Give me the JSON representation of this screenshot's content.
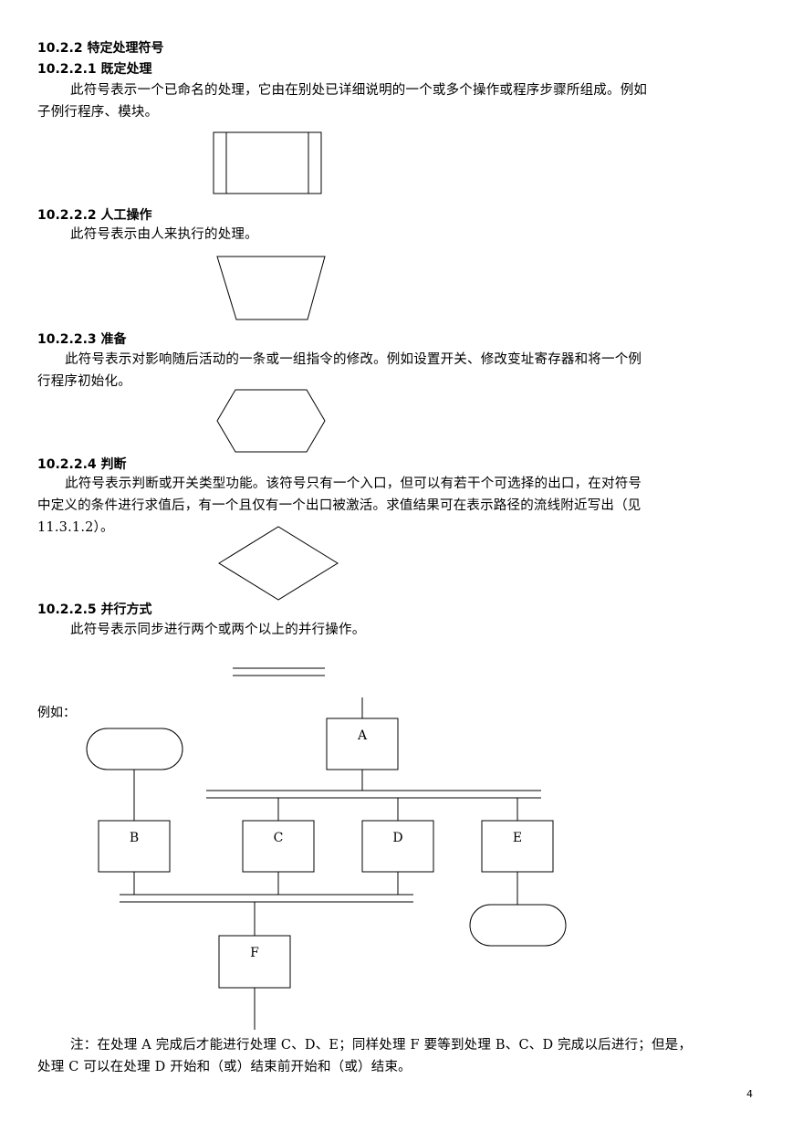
{
  "sections": [
    {
      "heading": "10.2.2 特定处理符号"
    },
    {
      "heading": "10.2.2.1 既定处理",
      "lines": [
        "此符号表示一个已命名的处理，它由在别处已详细说明的一个或多个操作或程序步骤所组成。例如",
        "子例行程序、模块。"
      ]
    },
    {
      "heading": "10.2.2.2 人工操作",
      "lines": [
        "此符号表示由人来执行的处理。"
      ]
    },
    {
      "heading": "10.2.2.3 准备",
      "lines": [
        "此符号表示对影响随后活动的一条或一组指令的修改。例如设置开关、修改变址寄存器和将一个例",
        "行程序初始化。"
      ]
    },
    {
      "heading": "10.2.2.4 判断",
      "lines": [
        "此符号表示判断或开关类型功能。该符号只有一个入口，但可以有若干个可选择的出口，在对符号",
        "中定义的条件进行求值后，有一个且仅有一个出口被激活。求值结果可在表示路径的流线附近写出（见",
        "11.3.1.2）。"
      ]
    },
    {
      "heading": "10.2.2.5 并行方式",
      "lines": [
        "此符号表示同步进行两个或两个以上的并行操作。"
      ]
    }
  ],
  "example": {
    "label": "例如：",
    "nodes": {
      "A": "A",
      "B": "B",
      "C": "C",
      "D": "D",
      "E": "E",
      "F": "F"
    }
  },
  "note": {
    "lines": [
      "注：在处理 A 完成后才能进行处理 C、D、E；同样处理 F 要等到处理 B、C、D 完成以后进行；但是，",
      "处理 C 可以在处理 D 开始和（或）结束前开始和（或）结束。"
    ]
  },
  "page_number": "4"
}
